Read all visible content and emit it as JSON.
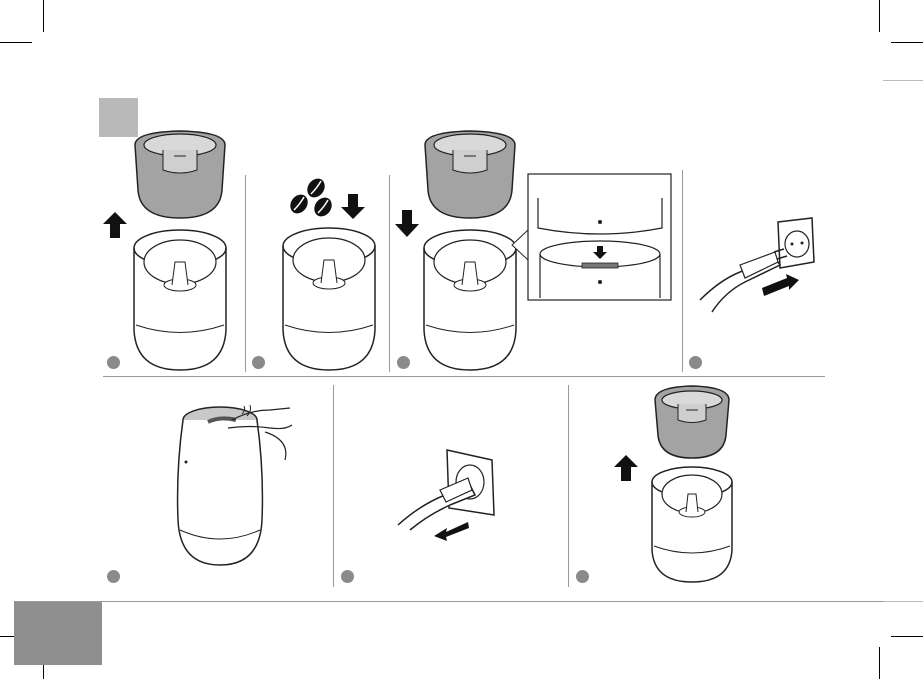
{
  "page": {
    "section_tab_color": "#b9b9b9",
    "footer_tab_color": "#8f8f8f",
    "accent_gray": "#9a9a9a"
  },
  "steps": [
    {
      "id": 1,
      "icon": "remove-lid-illustration"
    },
    {
      "id": 2,
      "icon": "add-coffee-beans-illustration"
    },
    {
      "id": 3,
      "icon": "attach-lid-illustration"
    },
    {
      "id": 4,
      "icon": "plug-in-illustration"
    },
    {
      "id": 5,
      "icon": "press-button-illustration"
    },
    {
      "id": 6,
      "icon": "unplug-illustration"
    },
    {
      "id": 7,
      "icon": "remove-lid-after-illustration"
    }
  ]
}
